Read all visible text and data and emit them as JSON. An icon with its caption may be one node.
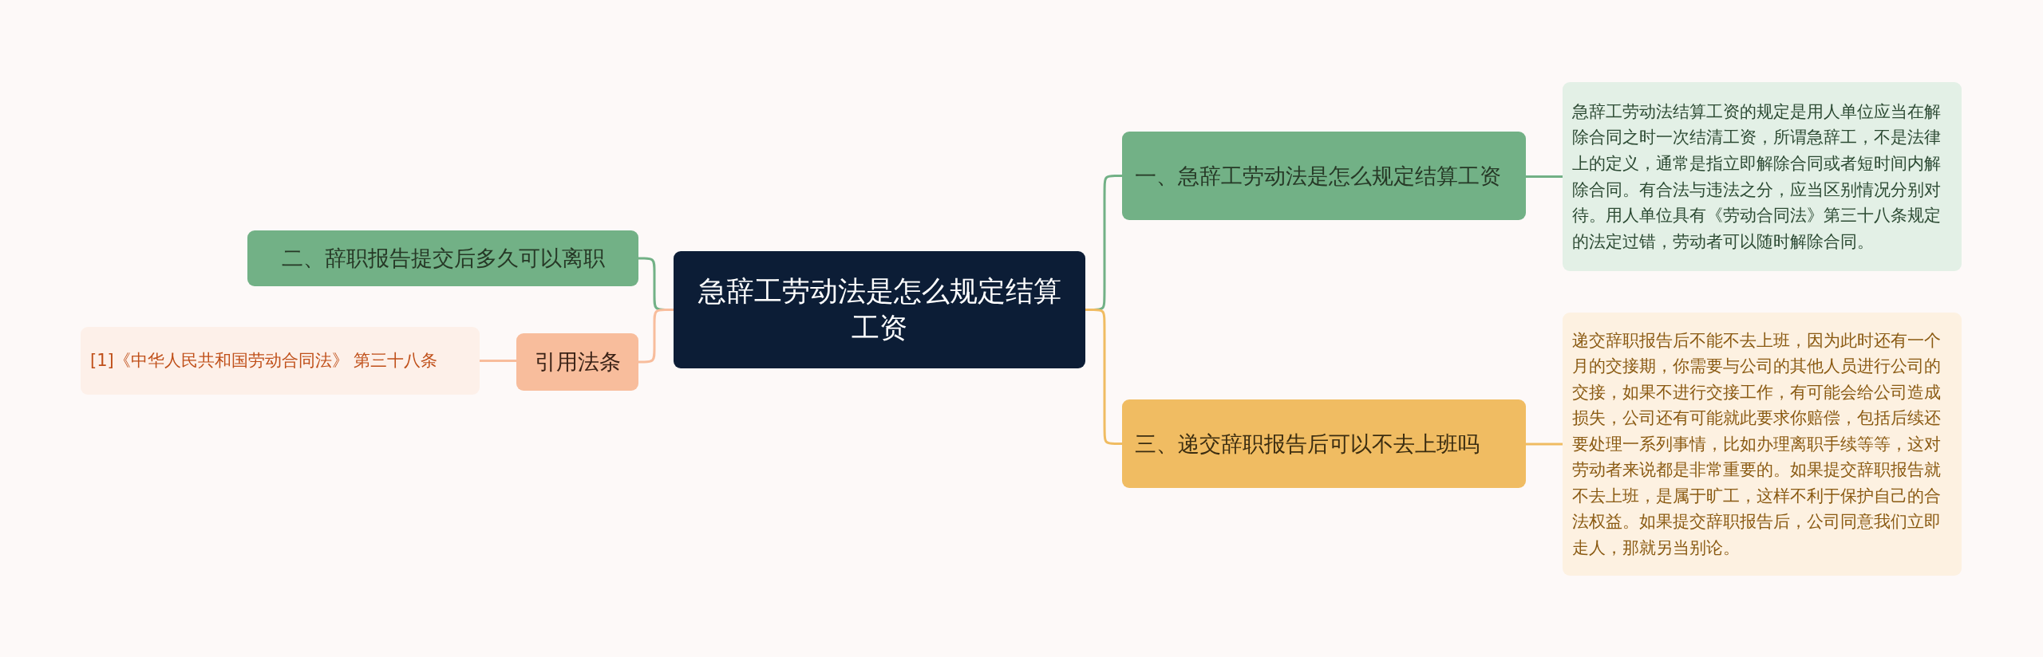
{
  "diagram": {
    "nodes": [
      {
        "text": [
          "急辞工劳动法是怎么规定结算工资"
        ]
      },
      {
        "text": [
          "一、急辞工劳动法是怎么规定结算工资"
        ]
      },
      {
        "text": [
          "急辞工劳动法结算工资的规定是用人单位应当在解除合同之时一次结清工资，所谓急辞工，不是法律上的定义，通常是指立即解除合同或者短时间内解除合同。有合法与违法之分，应当区别情况分别对待。用人单位具有《劳动合同法》第三十八条规定的法定过错，劳动者可以随时解除合同。"
        ]
      },
      {
        "text": [
          "三、递交辞职报告后可以不去上班吗"
        ]
      },
      {
        "text": [
          "递交辞职报告后不能不去上班，因为此时还有一个月的交接期，你需要与公司的其他人员进行公司的交接，如果不进行交接工作，有可能会给公司造成损失，公司还有可能就此要求你赔偿，包括后续还要处理一系列事情，比如办理离职手续等等，这对劳动者来说都是非常重要的。如果提交辞职报告就不去上班，是属于旷工，这样不利于保护自己的合法权益。如果提交辞职报告后，公司同意我们立即走人，那就另当别论。"
        ]
      },
      {
        "text": [
          "二、辞职报告提交后多久可以离职"
        ]
      },
      {
        "text": [
          "引用法条"
        ]
      },
      {
        "text": [
          "[1]《中华人民共和国劳动合同法》 第三十八条"
        ]
      }
    ],
    "edges": [
      {
        "from": 0,
        "to": 1,
        "arrow": "none",
        "color": "#72b186"
      },
      {
        "from": 1,
        "to": 2,
        "arrow": "none",
        "color": "#72b186"
      },
      {
        "from": 0,
        "to": 3,
        "arrow": "none",
        "color": "#f0bc62"
      },
      {
        "from": 3,
        "to": 4,
        "arrow": "none",
        "color": "#f0bc62"
      },
      {
        "from": 0,
        "to": 5,
        "arrow": "none",
        "color": "#72b186"
      },
      {
        "from": 0,
        "to": 6,
        "arrow": "none",
        "color": "#f8bd9c"
      },
      {
        "from": 6,
        "to": 7,
        "arrow": "none",
        "color": "#f8bd9c"
      }
    ]
  }
}
